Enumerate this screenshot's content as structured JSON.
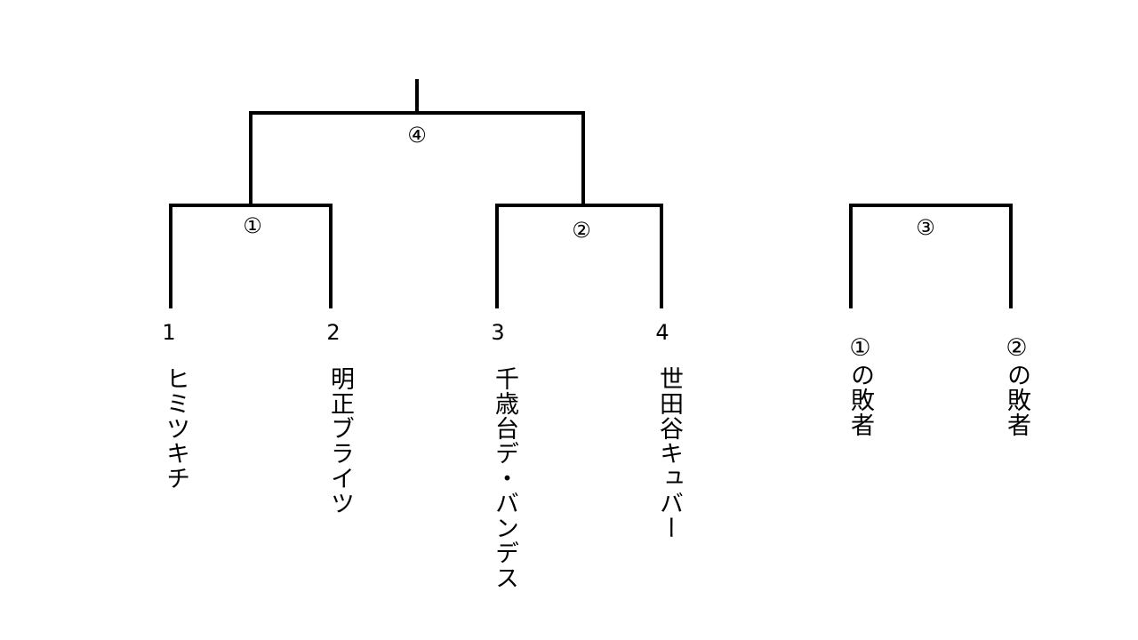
{
  "matches": [
    {
      "label": "①"
    },
    {
      "label": "②"
    },
    {
      "label": "③"
    },
    {
      "label": "④"
    }
  ],
  "seeds": [
    "1",
    "2",
    "3",
    "4"
  ],
  "teams": [
    "ヒミツキチ",
    "明正ブライツ",
    "千歳台デ・バンデス",
    "世田谷キュバー",
    "①の敗者",
    "②の敗者"
  ]
}
